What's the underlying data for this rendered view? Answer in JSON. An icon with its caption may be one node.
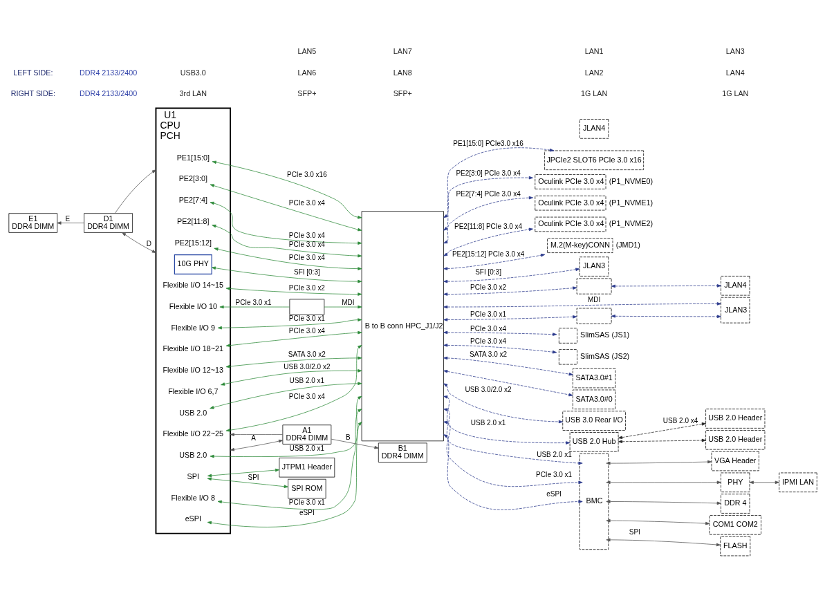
{
  "diagram": {
    "nodes": [
      {
        "text": [
          "U1",
          "CPU",
          "PCH"
        ]
      },
      {
        "text": [
          "PE1[15:0]"
        ],
        "in": 0
      },
      {
        "text": [
          "PE2[3:0]"
        ],
        "in": 0
      },
      {
        "text": [
          "PE2[7:4]"
        ],
        "in": 0
      },
      {
        "text": [
          "PE2[11:8]"
        ],
        "in": 0
      },
      {
        "text": [
          "PE2[15:12]"
        ],
        "in": 0
      },
      {
        "text": [
          "10G PHY"
        ],
        "in": 0
      },
      {
        "text": [
          "Flexible I/O 14~15"
        ],
        "in": 0
      },
      {
        "text": [
          "Flexible I/O 10"
        ],
        "in": 0
      },
      {
        "text": [
          "Flexible I/O 9"
        ],
        "in": 0
      },
      {
        "text": [
          "Flexible I/O 18~21"
        ],
        "in": 0
      },
      {
        "text": [
          "Flexible I/O 22~25"
        ],
        "in": 0
      },
      {
        "text": [
          "Flexible I/O 12~13"
        ],
        "in": 0
      },
      {
        "text": [
          "Flexible I/O 6,7"
        ],
        "in": 0
      },
      {
        "text": [
          "USB 2.0"
        ],
        "in": 0
      },
      {
        "text": [
          "SPI"
        ],
        "in": 0
      },
      {
        "text": [
          "USB 2.0"
        ],
        "in": 0
      },
      {
        "text": [
          "Flexible I/O 8"
        ],
        "in": 0
      },
      {
        "text": [
          "eSPI"
        ],
        "in": 0
      },
      {
        "text": [
          "E1",
          "DDR4 DIMM"
        ]
      },
      {
        "text": [
          "D1",
          "DDR4 DIMM"
        ]
      },
      {
        "text": [
          "A1",
          "DDR4 DIMM"
        ]
      },
      {
        "text": [
          "B1",
          "DDR4 DIMM"
        ]
      },
      {
        "text": [
          "B to B conn HPC_J1/J2"
        ]
      },
      {
        "text": [],
        "shape": "box"
      },
      {
        "text": [
          "SPI ROM"
        ]
      },
      {
        "text": [
          "JTPM1 Header"
        ]
      },
      {
        "text": [
          "JPCIe2 SLOT6 PCIe 3.0 x16"
        ]
      },
      {
        "text": [
          "Oculink PCIe 3.0 x4"
        ],
        "beside": [
          "(P1_NVME0)"
        ]
      },
      {
        "text": [
          "Oculink PCIe 3.0 x4"
        ],
        "beside": [
          "(P1_NVME1)"
        ]
      },
      {
        "text": [
          "Oculink PCIe 3.0 x4"
        ],
        "beside": [
          "(P1_NVME2)"
        ]
      },
      {
        "text": [
          "M.2(M-key)CONN"
        ],
        "beside": [
          "(JMD1)"
        ]
      },
      {
        "text": [
          "JLAN3"
        ]
      },
      {
        "text": [
          "JLAN4"
        ]
      },
      {
        "text": [],
        "shape": "box"
      },
      {
        "text": [
          "JLAN4"
        ]
      },
      {
        "text": [
          "JLAN3"
        ]
      },
      {
        "text": [],
        "shape": "box"
      },
      {
        "text": [],
        "shape": "box",
        "beside": [
          "SlimSAS (JS1)"
        ]
      },
      {
        "text": [],
        "shape": "box",
        "beside": [
          "SlimSAS (JS2)"
        ]
      },
      {
        "text": [
          "SATA3.0#1"
        ]
      },
      {
        "text": [
          "SATA3.0#0"
        ]
      },
      {
        "text": [
          "USB 3.0 Rear I/O"
        ]
      },
      {
        "text": [
          "USB 2.0 Hub"
        ]
      },
      {
        "text": [
          "USB 2.0 Header"
        ]
      },
      {
        "text": [
          "USB 2.0 Header"
        ]
      },
      {
        "text": [
          "BMC"
        ]
      },
      {
        "text": [
          "VGA Header"
        ]
      },
      {
        "text": [
          "PHY"
        ]
      },
      {
        "text": [
          "IPMI LAN"
        ]
      },
      {
        "text": [
          "DDR 4"
        ]
      },
      {
        "text": [
          "COM1 COM2"
        ]
      },
      {
        "text": [
          "FLASH"
        ]
      }
    ],
    "edges": [
      {
        "from": 20,
        "to": 19,
        "label": "E",
        "arrow": "to",
        "color": "#555555"
      },
      {
        "from": 20,
        "to": 0,
        "arrow": "to",
        "color": "#555555"
      },
      {
        "from": 20,
        "to": 0,
        "label": "D",
        "arrow": "both",
        "color": "#555555"
      },
      {
        "from": 21,
        "to": 0,
        "arrow": "to",
        "color": "#555555"
      },
      {
        "from": 0,
        "to": 21,
        "label": "A",
        "arrow": "both",
        "color": "#555555"
      },
      {
        "from": 21,
        "to": 22,
        "label": "B",
        "arrow": "to",
        "color": "#555555"
      },
      {
        "from": 1,
        "to": 23,
        "label": "PCIe 3.0 x16",
        "arrow": "both",
        "color": "#2e8b3a"
      },
      {
        "from": 2,
        "to": 23,
        "label": "PCIe 3.0 x4",
        "arrow": "both",
        "color": "#2e8b3a"
      },
      {
        "from": 3,
        "to": 23,
        "label": "PCIe 3.0 x4",
        "arrow": "both",
        "color": "#2e8b3a"
      },
      {
        "from": 4,
        "to": 23,
        "label": "PCIe 3.0 x4",
        "arrow": "both",
        "color": "#2e8b3a"
      },
      {
        "from": 5,
        "to": 23,
        "label": "PCIe 3.0 x4",
        "arrow": "both",
        "color": "#2e8b3a"
      },
      {
        "from": 6,
        "to": 23,
        "label": "SFI [0:3]",
        "arrow": "both",
        "color": "#2e8b3a"
      },
      {
        "from": 7,
        "to": 23,
        "label": "PCIe 3.0 x2",
        "arrow": "both",
        "color": "#2e8b3a"
      },
      {
        "from": 24,
        "to": 8,
        "label": "PCIe 3.0 x1",
        "arrow": "to",
        "color": "#2e8b3a"
      },
      {
        "from": 24,
        "to": 23,
        "label": "MDI",
        "arrow": "to",
        "color": "#2e8b3a"
      },
      {
        "from": 9,
        "to": 23,
        "label": "PCIe 3.0 x1",
        "arrow": "both",
        "color": "#2e8b3a"
      },
      {
        "from": 10,
        "to": 23,
        "label": "PCIe 3.0 x4",
        "arrow": "both",
        "color": "#2e8b3a"
      },
      {
        "from": 11,
        "to": 23,
        "label": "PCIe 3.0 x4",
        "arrow": "both",
        "color": "#2e8b3a"
      },
      {
        "from": 12,
        "to": 23,
        "label": "SATA 3.0 x2",
        "arrow": "both",
        "color": "#2e8b3a"
      },
      {
        "from": 13,
        "to": 23,
        "label": "USB 3.0/2.0 x2",
        "arrow": "both",
        "color": "#2e8b3a"
      },
      {
        "from": 14,
        "to": 23,
        "label": "USB 2.0 x1",
        "arrow": "both",
        "color": "#2e8b3a"
      },
      {
        "from": 15,
        "to": 25,
        "label": "SPI",
        "arrow": "both",
        "color": "#2e8b3a"
      },
      {
        "from": 15,
        "to": 26,
        "arrow": "both",
        "color": "#2e8b3a"
      },
      {
        "from": 16,
        "to": 23,
        "label": "USB 2.0 x1",
        "arrow": "both",
        "color": "#2e8b3a"
      },
      {
        "from": 17,
        "to": 23,
        "label": "PCIe 3.0 x1",
        "arrow": "both",
        "color": "#2e8b3a"
      },
      {
        "from": 18,
        "to": 23,
        "label": "eSPI",
        "arrow": "both",
        "color": "#2e8b3a"
      },
      {
        "from": 23,
        "to": 27,
        "label": "PE1[15:0] PCIe3.0 x16",
        "arrow": "both",
        "style": "dashed",
        "color": "#2b3a8c"
      },
      {
        "from": 23,
        "to": 28,
        "label": "PE2[3:0] PCIe 3.0 x4",
        "arrow": "both",
        "style": "dashed",
        "color": "#2b3a8c"
      },
      {
        "from": 23,
        "to": 29,
        "label": "PE2[7:4] PCIe 3.0 x4",
        "arrow": "both",
        "style": "dashed",
        "color": "#2b3a8c"
      },
      {
        "from": 23,
        "to": 30,
        "label": "PE2[11:8] PCIe 3.0 x4",
        "arrow": "both",
        "style": "dashed",
        "color": "#2b3a8c"
      },
      {
        "from": 23,
        "to": 31,
        "label": "PE2[15:12] PCIe 3.0 x4",
        "arrow": "both",
        "style": "dashed",
        "color": "#2b3a8c"
      },
      {
        "from": 23,
        "to": 32,
        "label": "SFI [0:3]",
        "arrow": "both",
        "style": "dashed",
        "color": "#2b3a8c"
      },
      {
        "from": 23,
        "to": 34,
        "label": "PCIe 3.0 x2",
        "arrow": "both",
        "style": "dashed",
        "color": "#2b3a8c"
      },
      {
        "from": 34,
        "to": 35,
        "arrow": "both",
        "style": "dashed",
        "color": "#2b3a8c"
      },
      {
        "from": 23,
        "to": 36,
        "label": "MDI",
        "arrow": "both",
        "style": "dashed",
        "color": "#2b3a8c"
      },
      {
        "from": 23,
        "to": 37,
        "label": "PCIe 3.0 x1",
        "arrow": "both",
        "style": "dashed",
        "color": "#2b3a8c"
      },
      {
        "from": 37,
        "to": 36,
        "arrow": "both",
        "style": "dashed",
        "color": "#2b3a8c"
      },
      {
        "from": 23,
        "to": 38,
        "label": "PCIe 3.0 x4",
        "arrow": "both",
        "style": "dashed",
        "color": "#2b3a8c"
      },
      {
        "from": 23,
        "to": 39,
        "label": "PCIe 3.0 x4",
        "arrow": "both",
        "style": "dashed",
        "color": "#2b3a8c"
      },
      {
        "from": 23,
        "to": 40,
        "label": "SATA 3.0 x2",
        "arrow": "both",
        "style": "dashed",
        "color": "#2b3a8c"
      },
      {
        "from": 23,
        "to": 41,
        "arrow": "both",
        "style": "dashed",
        "color": "#2b3a8c"
      },
      {
        "from": 23,
        "to": 42,
        "label": "USB 3.0/2.0 x2",
        "arrow": "both",
        "style": "dashed",
        "color": "#2b3a8c"
      },
      {
        "from": 23,
        "to": 43,
        "label": "USB 2.0 x1",
        "arrow": "both",
        "style": "dashed",
        "color": "#2b3a8c"
      },
      {
        "from": 43,
        "to": 44,
        "label": "USB 2.0 x4",
        "arrow": "both",
        "style": "dashed",
        "color": "#222222"
      },
      {
        "from": 43,
        "to": 45,
        "arrow": "both",
        "style": "dashed",
        "color": "#222222"
      },
      {
        "from": 23,
        "to": 46,
        "label": "USB 2.0 x1",
        "arrow": "both",
        "style": "dashed",
        "color": "#2b3a8c"
      },
      {
        "from": 23,
        "to": 46,
        "label": "PCIe 3.0 x1",
        "arrow": "both",
        "style": "dashed",
        "color": "#2b3a8c"
      },
      {
        "from": 23,
        "to": 46,
        "label": "eSPI",
        "arrow": "both",
        "style": "dashed",
        "color": "#2b3a8c"
      },
      {
        "from": 46,
        "to": 47,
        "arrow": "both",
        "color": "#555555"
      },
      {
        "from": 46,
        "to": 48,
        "arrow": "both",
        "color": "#555555"
      },
      {
        "from": 48,
        "to": 49,
        "arrow": "both",
        "color": "#555555"
      },
      {
        "from": 46,
        "to": 50,
        "arrow": "both",
        "color": "#555555"
      },
      {
        "from": 46,
        "to": 51,
        "arrow": "both",
        "color": "#555555"
      },
      {
        "from": 46,
        "to": 52,
        "label": "SPI",
        "arrow": "both",
        "color": "#555555"
      }
    ],
    "labels": [
      "RIGHT SIDE:",
      "LEFT SIDE:",
      "DDR4 2133/2400",
      "DDR4 2133/2400",
      "3rd LAN",
      "USB3.0",
      "SFP+",
      "SFP+",
      "1G LAN",
      "1G LAN",
      "LAN6",
      "LAN5",
      "LAN8",
      "LAN7",
      "LAN2",
      "LAN1",
      "LAN4",
      "LAN3"
    ]
  }
}
